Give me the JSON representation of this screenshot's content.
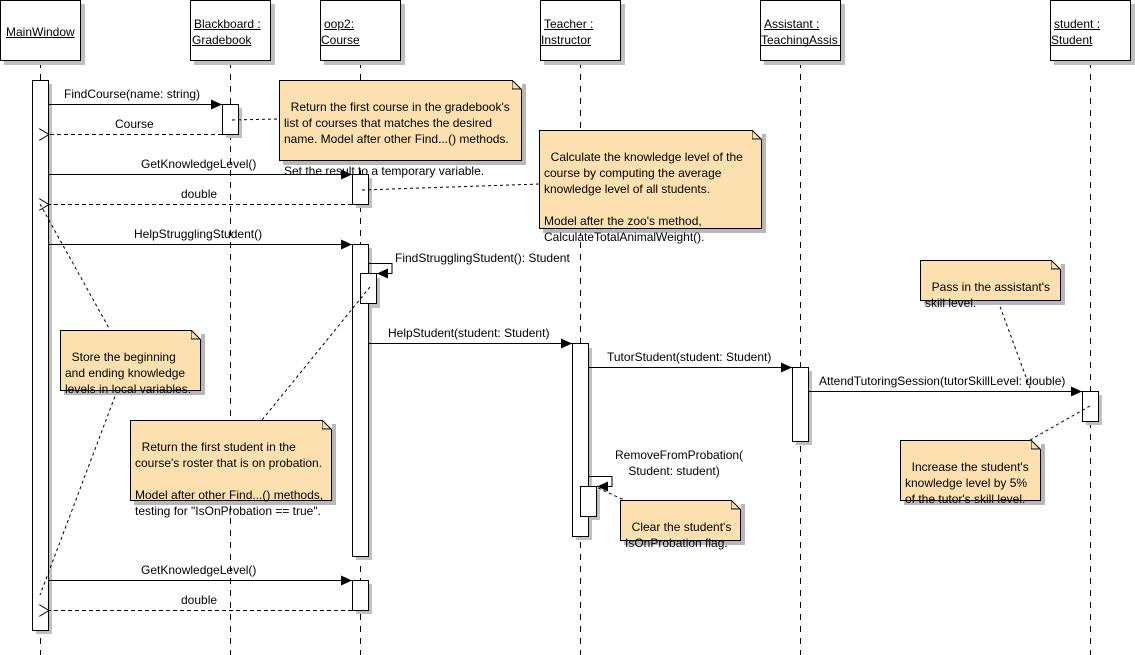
{
  "lifelines": [
    {
      "id": "mainwindow",
      "line1": "MainWindow",
      "line2": ""
    },
    {
      "id": "gradebook",
      "line1": "Blackboard :",
      "line2": "Gradebook"
    },
    {
      "id": "course",
      "line1": "oop2:",
      "line2": "Course"
    },
    {
      "id": "instructor",
      "line1": "Teacher :",
      "line2": "Instructor"
    },
    {
      "id": "assistant",
      "line1": "Assistant :",
      "line2": "TeachingAssis"
    },
    {
      "id": "student",
      "line1": "student :",
      "line2": "Student"
    }
  ],
  "messages": [
    {
      "label": "FindCourse(name: string)",
      "type": "call"
    },
    {
      "label": "Course",
      "type": "return"
    },
    {
      "label": "GetKnowledgeLevel()",
      "type": "call"
    },
    {
      "label": "double",
      "type": "return"
    },
    {
      "label": "HelpStrugglingStudent()",
      "type": "call"
    },
    {
      "label": "FindStrugglingStudent(): Student",
      "type": "self"
    },
    {
      "label": "HelpStudent(student: Student)",
      "type": "call"
    },
    {
      "label": "TutorStudent(student: Student)",
      "type": "call"
    },
    {
      "label": "AttendTutoringSession(tutorSkillLevel: double)",
      "type": "call"
    },
    {
      "label": "RemoveFromProbation(\n    Student: student)",
      "type": "self"
    },
    {
      "label": "GetKnowledgeLevel()",
      "type": "call"
    },
    {
      "label": "double",
      "type": "return"
    }
  ],
  "notes": [
    {
      "id": "find-course-note",
      "text": "Return the first course in the gradebook's\nlist of courses that matches the desired\nname. Model after other Find...() methods.\n\nSet the result to a temporary variable."
    },
    {
      "id": "knowledge-note",
      "text": "Calculate the knowledge level of the\ncourse by computing the average\nknowledge level of all students.\n\nModel after the zoo's method,\nCalculateTotalAnimalWeight()."
    },
    {
      "id": "store-levels-note",
      "text": "Store the beginning\nand ending knowledge\nlevels in local variables."
    },
    {
      "id": "struggling-note",
      "text": "Return the first student in the\ncourse's roster that is on probation.\n\nModel after other Find...() methods,\ntesting for \"IsOnProbation == true\"."
    },
    {
      "id": "skill-note",
      "text": "Pass in the assistant's\nskill level."
    },
    {
      "id": "increase-note",
      "text": "Increase the student's\nknowledge level by 5%\nof the tutor's skill level."
    },
    {
      "id": "probation-flag-note",
      "text": "Clear the student's\nIsOnProbation flag."
    }
  ]
}
